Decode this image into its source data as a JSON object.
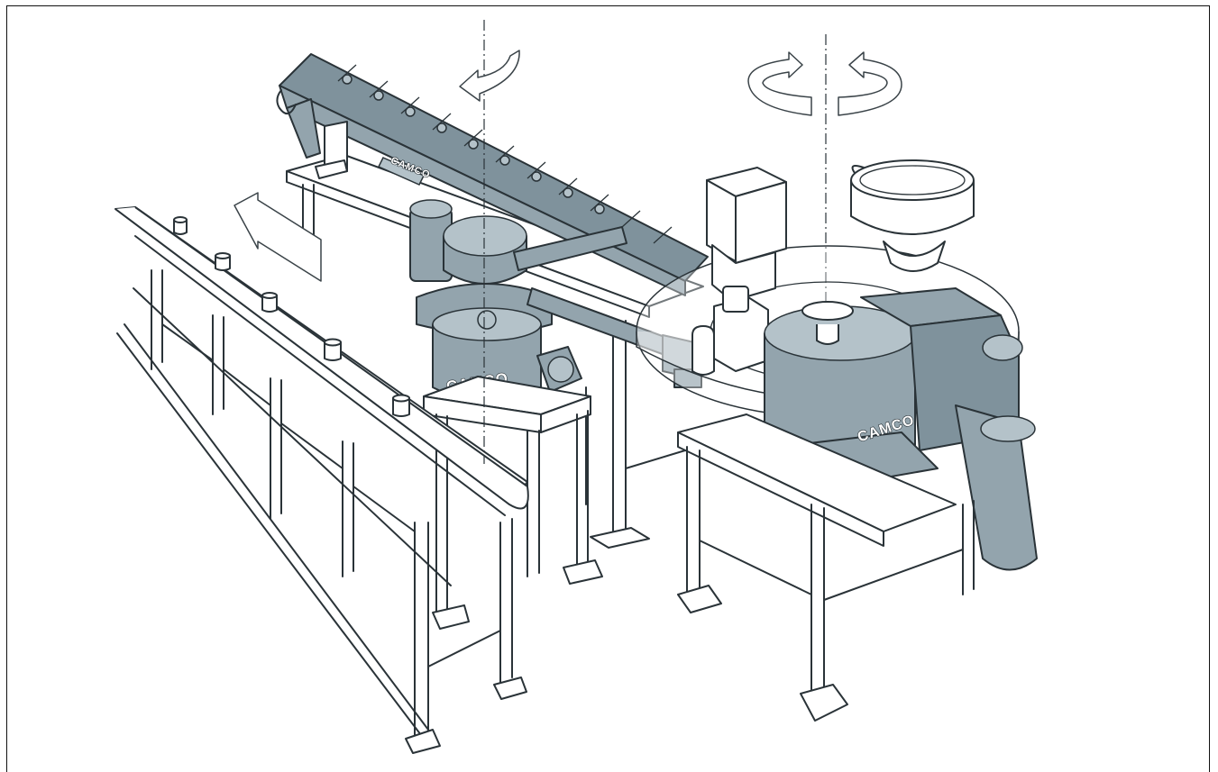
{
  "illustration": {
    "brand_labels": [
      {
        "text": "CAMCO"
      },
      {
        "text": "CAMCO"
      },
      {
        "text": "CAMCO"
      }
    ],
    "colors": {
      "machine_fill": "#93a4ad",
      "outline": "#2a3338",
      "background": "#ffffff"
    }
  }
}
